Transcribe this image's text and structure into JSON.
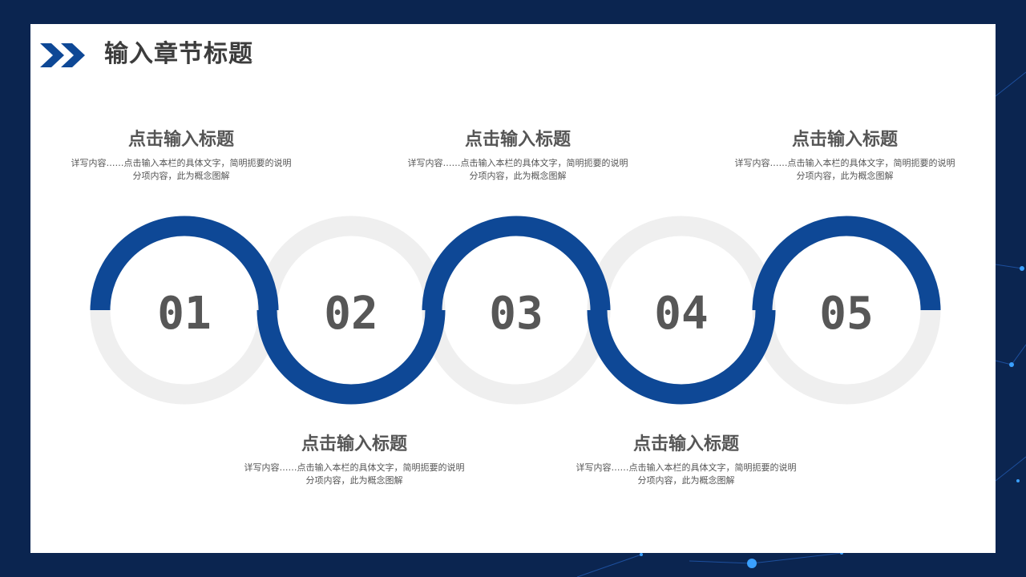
{
  "colors": {
    "page_background": "#0b2550",
    "slide_background": "#ffffff",
    "accent_blue": "#0e4896",
    "ring_gray": "#efefef",
    "text": "#555555"
  },
  "header": {
    "icon": "double-chevron-right-icon",
    "title": "输入章节标题"
  },
  "steps": [
    {
      "number": "01",
      "title": "点击输入标题",
      "description": "详写内容……点击输入本栏的具体文字，简明扼要的说明分项内容，此为概念图解"
    },
    {
      "number": "02",
      "title": "点击输入标题",
      "description": "详写内容……点击输入本栏的具体文字，简明扼要的说明分项内容，此为概念图解"
    },
    {
      "number": "03",
      "title": "点击输入标题",
      "description": "详写内容……点击输入本栏的具体文字，简明扼要的说明分项内容，此为概念图解"
    },
    {
      "number": "04",
      "title": "点击输入标题",
      "description": "详写内容……点击输入本栏的具体文字，简明扼要的说明分项内容，此为概念图解"
    },
    {
      "number": "05",
      "title": "点击输入标题",
      "description": "详写内容……点击输入本栏的具体文字，简明扼要的说明分项内容，此为概念图解"
    }
  ]
}
